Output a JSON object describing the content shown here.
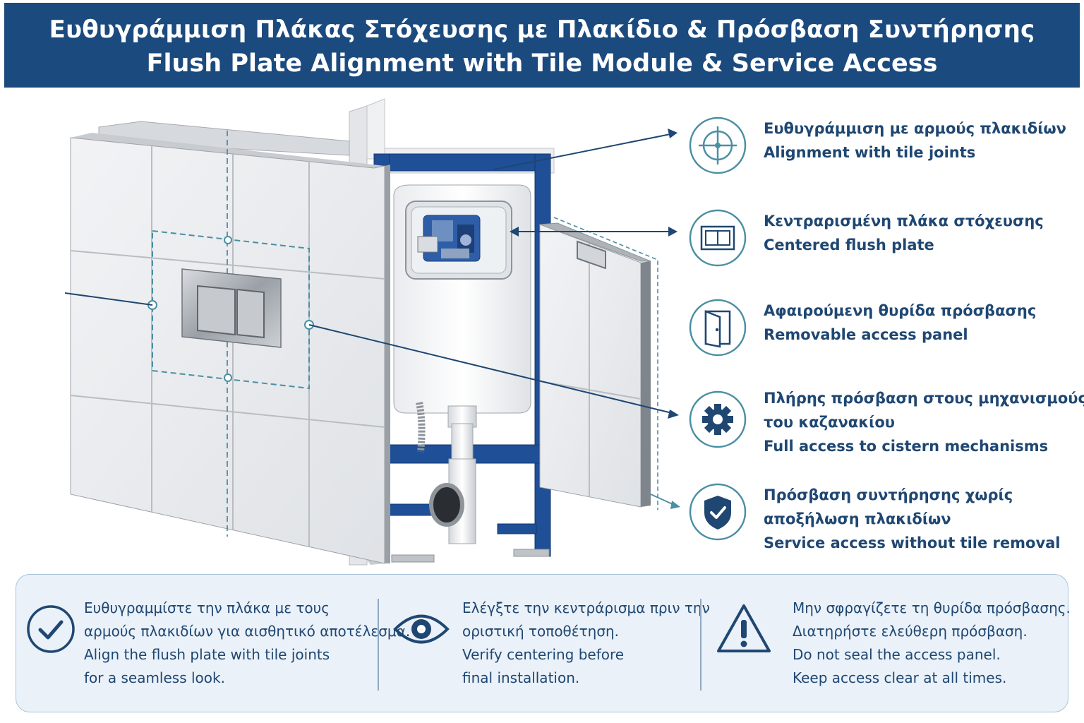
{
  "header": {
    "title_greek": "Ευθυγράμμιση Πλάκας Στόχευσης με Πλακίδιο & Πρόσβαση Συντήρησης",
    "title_english": "Flush Plate Alignment with Tile Module & Service Access"
  },
  "features": [
    {
      "icon": "crosshair-icon",
      "lines": [
        "Ευθυγράμμιση με αρμούς πλακιδίων",
        "Alignment with tile joints"
      ]
    },
    {
      "icon": "flush-plate-icon",
      "lines": [
        "Κεντραρισμένη πλάκα στόχευσης",
        "Centered flush plate"
      ]
    },
    {
      "icon": "door-icon",
      "lines": [
        "Αφαιρούμενη θυρίδα πρόσβασης",
        "Removable access panel"
      ]
    },
    {
      "icon": "gear-icon",
      "lines": [
        "Πλήρης πρόσβαση στους μηχανισμούς",
        "του καζανακίου",
        "Full access to cistern mechanisms"
      ]
    },
    {
      "icon": "shield-check-icon",
      "lines": [
        "Πρόσβαση συντήρησης χωρίς",
        "αποξήλωση πλακιδίων",
        "Service access without tile removal"
      ]
    }
  ],
  "tips": [
    {
      "icon": "check-circle-icon",
      "lines": [
        "Ευθυγραμμίστε την πλάκα με τους",
        "αρμούς πλακιδίων για αισθητικό αποτέλεσμα.",
        "Align the flush plate with tile joints",
        "for a seamless look."
      ]
    },
    {
      "icon": "eye-icon",
      "lines": [
        "Ελέγξτε την κεντράρισμα πριν την",
        "οριστική τοποθέτηση.",
        "Verify centering before",
        "final installation."
      ]
    },
    {
      "icon": "warning-icon",
      "lines": [
        "Μην σφραγίζετε τη θυρίδα πρόσβασης.",
        "Διατηρήστε ελεύθερη πρόσβαση.",
        "Do not seal the access panel.",
        "Keep access clear at all times."
      ]
    }
  ],
  "colors": {
    "header_bg": "#1b4a7e",
    "frame_blue": "#1f4f96",
    "text_blue": "#1f4772",
    "icon_teal": "#4a8fa3",
    "tip_bg": "#eaf1f8"
  }
}
